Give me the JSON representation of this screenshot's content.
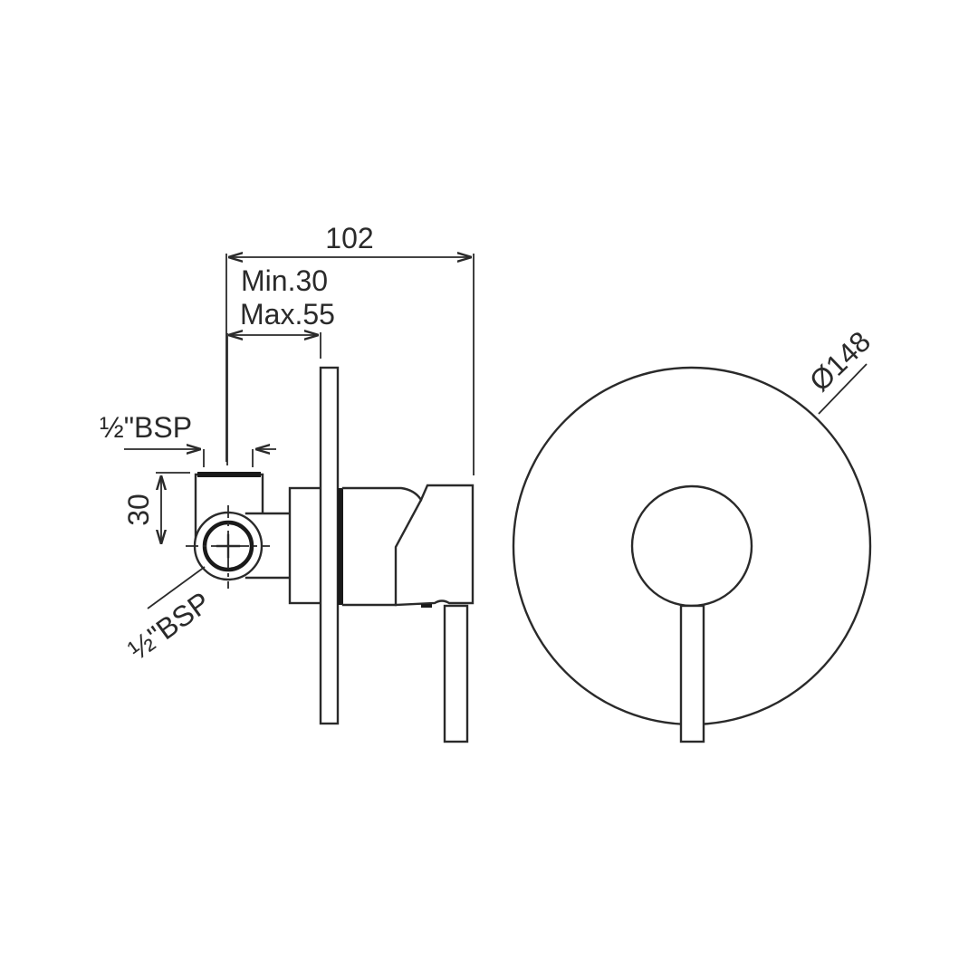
{
  "drawing": {
    "title": "Wall mixer technical drawing",
    "side_view": {
      "overall_depth_label": "102",
      "wall_depth_min_label": "Min.30",
      "wall_depth_max_label": "Max.55",
      "top_inlet_label": "½\"BSP",
      "inlet_height_label": "30",
      "side_inlet_label": "½\"BSP"
    },
    "front_view": {
      "plate_diameter_label": "Ø148"
    },
    "colors": {
      "line": "#2a2a2a",
      "background": "#ffffff"
    }
  }
}
